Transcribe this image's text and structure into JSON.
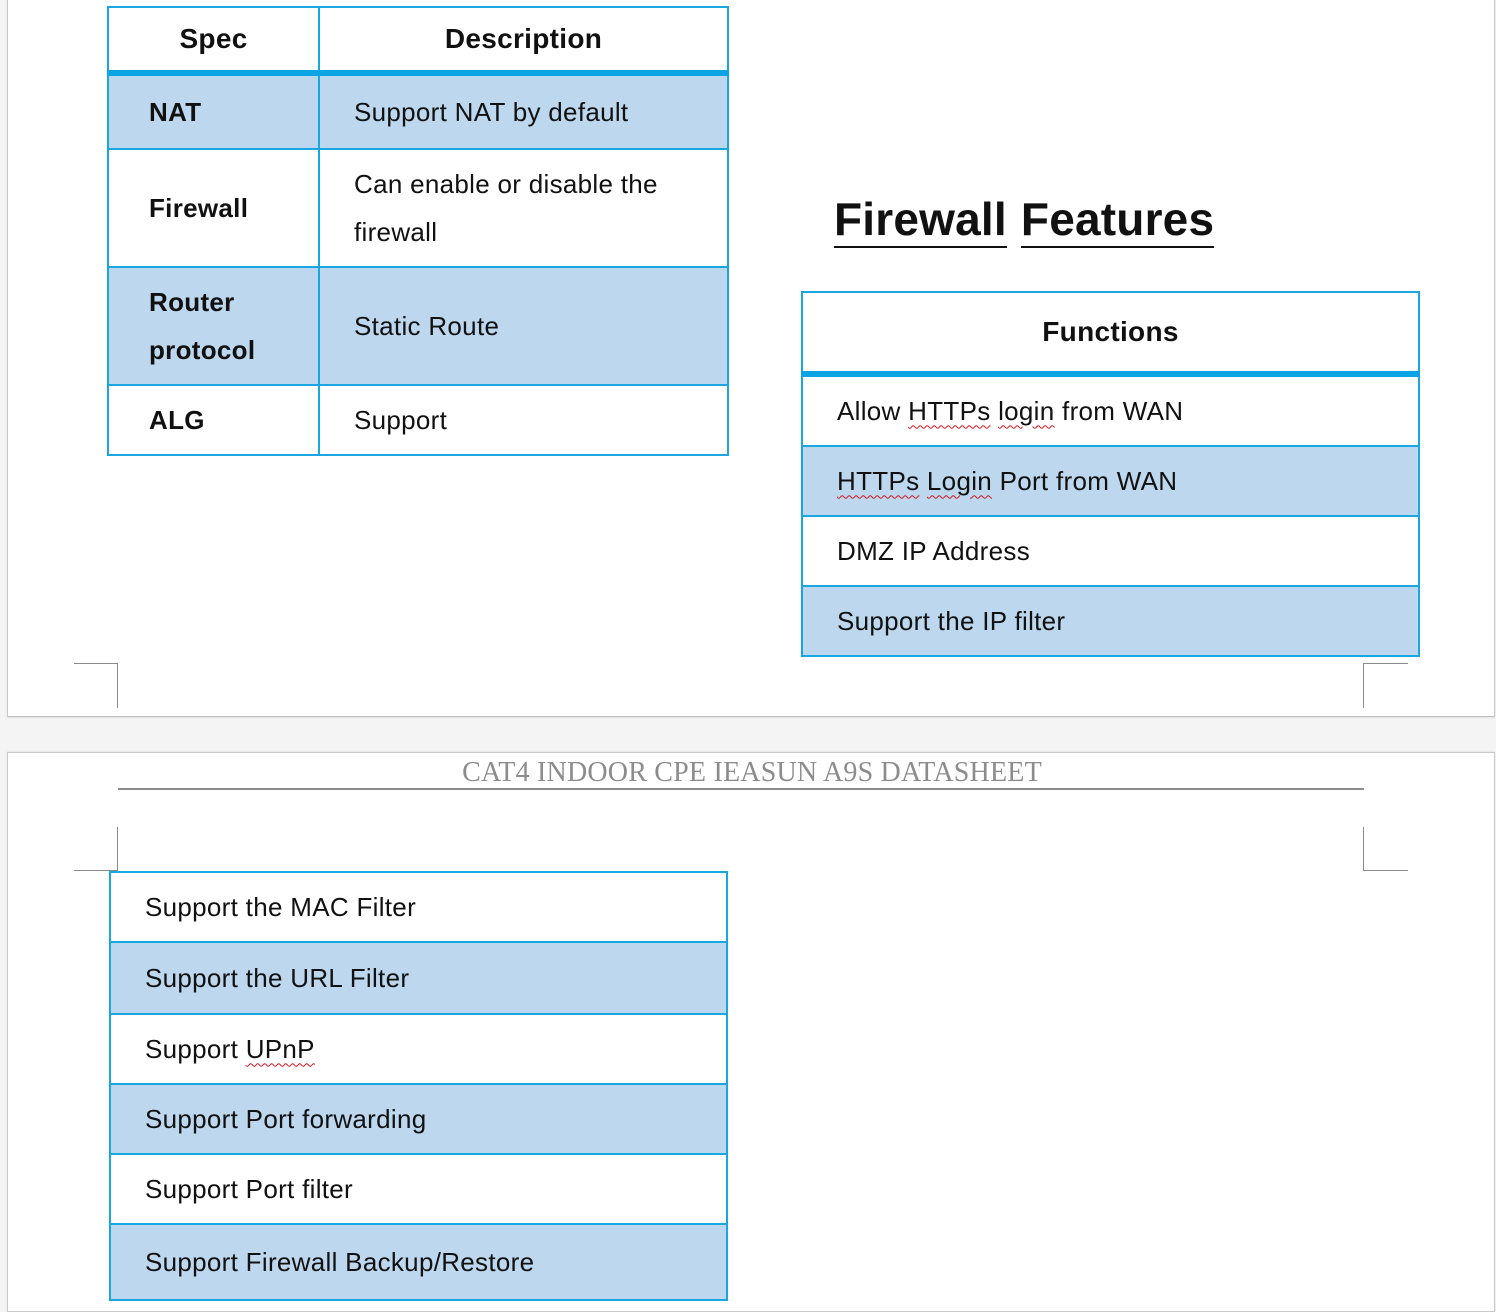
{
  "spec_table": {
    "headers": {
      "spec": "Spec",
      "description": "Description"
    },
    "rows": [
      {
        "spec": "NAT",
        "description": "Support NAT by default"
      },
      {
        "spec": "Firewall",
        "description": "Can enable or disable the firewall"
      },
      {
        "spec": "Router protocol",
        "description": "Static Route"
      },
      {
        "spec": "ALG",
        "description": "Support"
      }
    ]
  },
  "firewall_section": {
    "title_word1": "Firewall",
    "title_word2": "Features",
    "functions_header": "Functions",
    "page1_rows": [
      {
        "pre": "Allow ",
        "w1": "HTTPs",
        "mid": " ",
        "w2": "login",
        "post": " from WAN"
      },
      {
        "pre": "",
        "w1": "HTTPs",
        "mid": " ",
        "w2": "Login",
        "post": " Port from WAN"
      },
      {
        "text": "DMZ IP Address"
      },
      {
        "text": "Support the IP filter"
      }
    ],
    "page2_rows": [
      {
        "text": "Support the MAC Filter"
      },
      {
        "text": "Support the URL Filter"
      },
      {
        "pre": "Support ",
        "w1": "UPnP"
      },
      {
        "text": "Support Port forwarding"
      },
      {
        "text": "Support Port filter"
      },
      {
        "text": "Support Firewall Backup/Restore"
      }
    ]
  },
  "page_header": "CAT4 INDOOR CPE IEASUN A9S DATASHEET"
}
